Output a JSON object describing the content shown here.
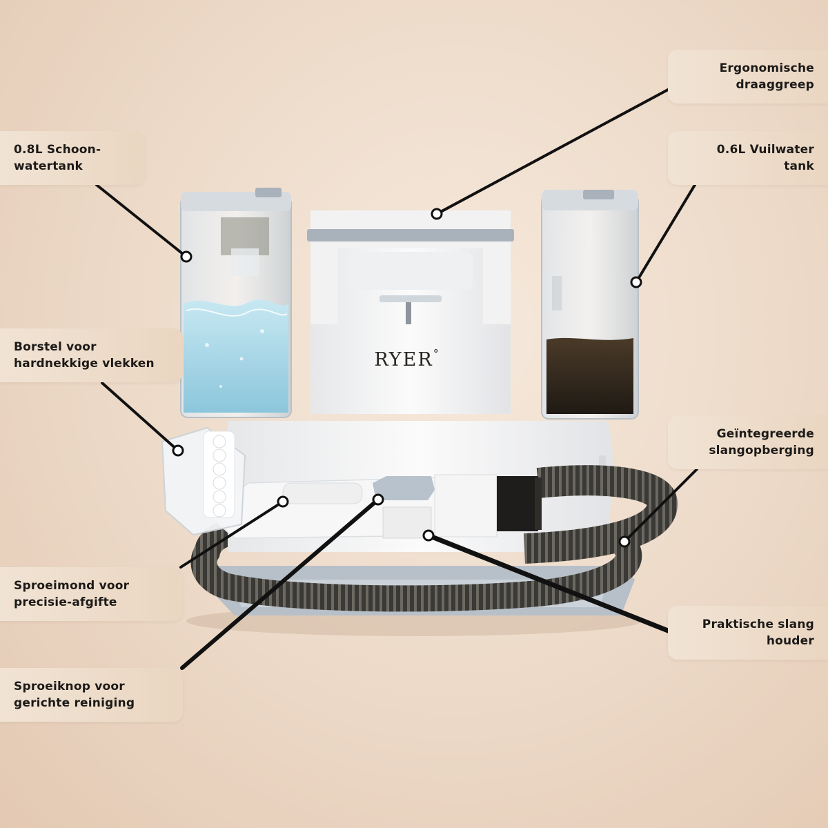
{
  "brand": {
    "name": "RYER",
    "mark": "°"
  },
  "colors": {
    "background": "#eedccb",
    "callout_bg": "#ebd8c4",
    "line": "#111111",
    "clean_water": "#a9d6e6",
    "dirty_water": "#2b2218",
    "body": "#f4f4f4",
    "hose": "#3b3a36"
  },
  "callouts": {
    "clean_tank": {
      "line1": "0.8L Schoon-",
      "line2": "watertank"
    },
    "brush": {
      "line1": "Borstel voor",
      "line2": "hardnekkige vlekken"
    },
    "nozzle": {
      "line1": "Sproeimond voor",
      "line2": "precisie-afgifte"
    },
    "spray_button": {
      "line1": "Sproeiknop voor",
      "line2": "gerichte reiniging"
    },
    "handle": {
      "line1": "Ergonomische",
      "line2": "draaggreep"
    },
    "dirty_tank": {
      "line1": "0.6L Vuilwater",
      "line2": "tank"
    },
    "hose_storage": {
      "line1": "Geïntegreerde",
      "line2": "slangopberging"
    },
    "hose_holder": {
      "line1": "Praktische slang",
      "line2": "houder"
    }
  }
}
